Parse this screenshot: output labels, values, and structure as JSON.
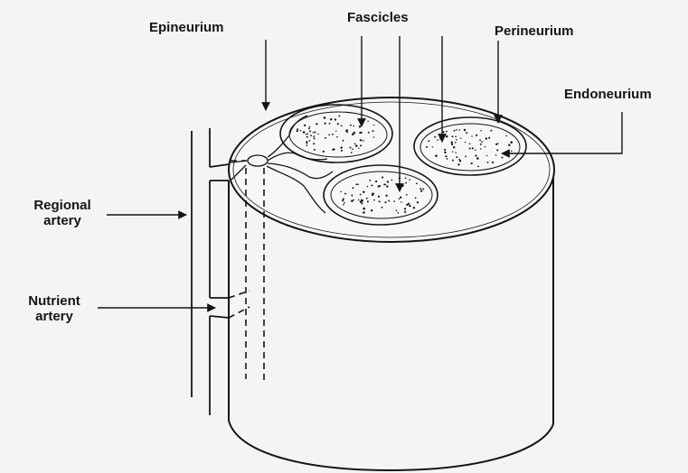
{
  "labels": {
    "epineurium": "Epineurium",
    "fascicles": "Fascicles",
    "perineurium": "Perineurium",
    "endoneurium": "Endoneurium",
    "regional_artery": [
      "Regional",
      "artery"
    ],
    "nutrient_artery": [
      "Nutrient",
      "artery"
    ]
  },
  "colors": {
    "background": "#f4f4f2",
    "ink": "#151515"
  }
}
